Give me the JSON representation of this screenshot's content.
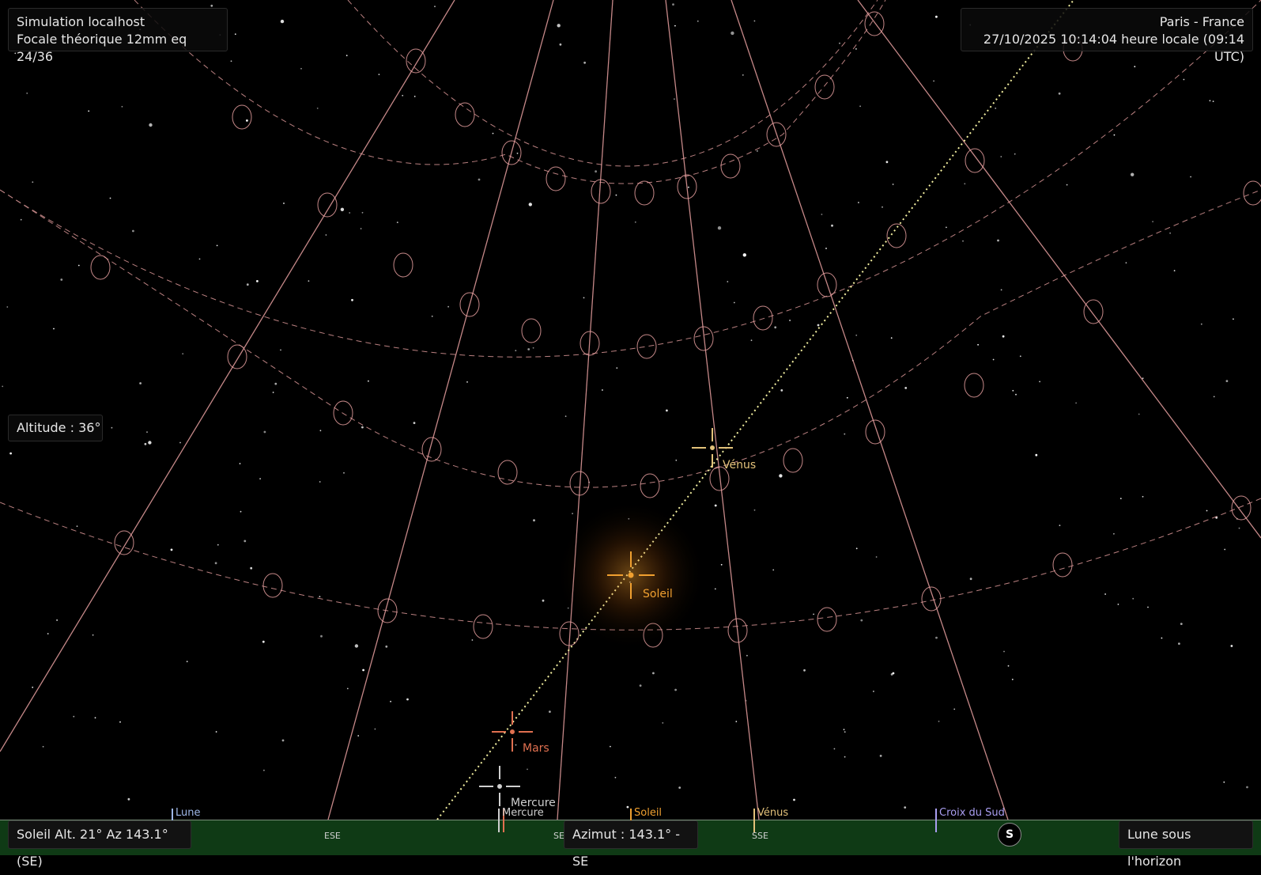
{
  "info": {
    "line1": "Simulation localhost",
    "line2": "Focale théorique 12mm eq 24/36"
  },
  "location": {
    "place": "Paris - France",
    "datetime": "27/10/2025 10:14:04 heure locale (09:14 UTC)"
  },
  "altitude_readout": "Altitude : 36°",
  "bodies": {
    "venus": {
      "label": "Vénus",
      "color": "#e3c27a"
    },
    "sun": {
      "label": "Soleil",
      "color": "#f0a030"
    },
    "mars": {
      "label": "Mars",
      "color": "#e07050"
    },
    "mercury": {
      "label": "Mercure",
      "color": "#cfcfcf"
    }
  },
  "horizon_markers": [
    {
      "label": "Lune",
      "color": "#9fb8e8"
    },
    {
      "label": "Mercure",
      "color": "#cfcfcf"
    },
    {
      "label": "Soleil",
      "color": "#f0a030"
    },
    {
      "label": "Vénus",
      "color": "#e3c27a"
    },
    {
      "label": "Croix du Sud",
      "color": "#a99ef0"
    }
  ],
  "compass": {
    "ese": "ESE",
    "se": "SE",
    "sse": "SSE",
    "south": "S"
  },
  "status": {
    "sun": "Soleil Alt. 21° Az 143.1° (SE)",
    "azimuth": "Azimut : 143.1° - SE",
    "moon": "Lune sous l'horizon"
  },
  "colors": {
    "grid": "#e8a0a0",
    "ecliptic": "#f4f0a0",
    "ground": "#0f3a15",
    "sky": "#000000"
  }
}
